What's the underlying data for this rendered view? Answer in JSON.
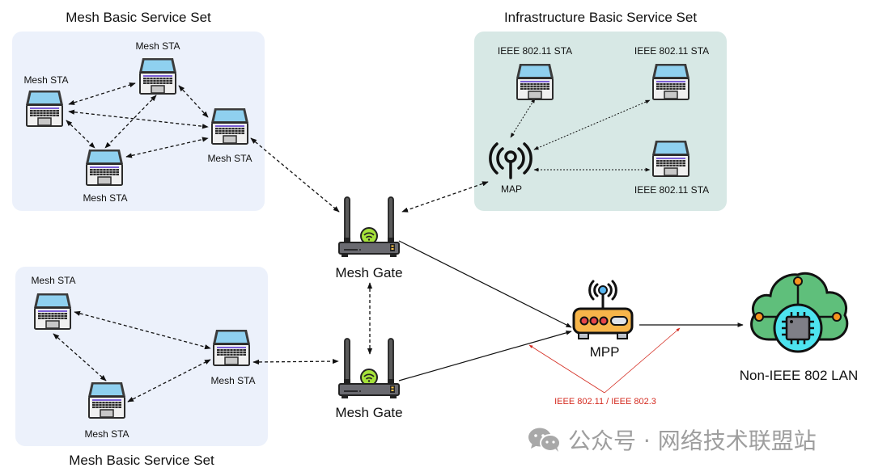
{
  "groups": {
    "mesh_bss_top": {
      "title": "Mesh Basic Service Set"
    },
    "infra_bss": {
      "title": "Infrastructure Basic Service Set"
    },
    "mesh_bss_bottom": {
      "title": "Mesh Basic Service Set"
    }
  },
  "nodes": {
    "mesh_top_1": {
      "label": "Mesh STA",
      "icon": "laptop-icon"
    },
    "mesh_top_2": {
      "label": "Mesh STA",
      "icon": "laptop-icon"
    },
    "mesh_top_3": {
      "label": "Mesh STA",
      "icon": "laptop-icon"
    },
    "mesh_top_4": {
      "label": "Mesh STA",
      "icon": "laptop-icon"
    },
    "infra_sta_1": {
      "label": "IEEE 802.11 STA",
      "icon": "laptop-icon"
    },
    "infra_sta_2": {
      "label": "IEEE 802.11 STA",
      "icon": "laptop-icon"
    },
    "infra_sta_3": {
      "label": "IEEE 802.11 STA",
      "icon": "laptop-icon"
    },
    "map": {
      "label": "MAP",
      "icon": "antenna-icon"
    },
    "mesh_bot_1": {
      "label": "Mesh STA",
      "icon": "laptop-icon"
    },
    "mesh_bot_2": {
      "label": "Mesh STA",
      "icon": "laptop-icon"
    },
    "mesh_bot_3": {
      "label": "Mesh STA",
      "icon": "laptop-icon"
    },
    "gate_top": {
      "label": "Mesh Gate",
      "icon": "router-icon"
    },
    "gate_bottom": {
      "label": "Mesh Gate",
      "icon": "router-icon"
    },
    "mpp": {
      "label": "MPP",
      "icon": "wireless-router-icon"
    },
    "lan": {
      "label": "Non-IEEE 802 LAN",
      "icon": "cloud-network-icon"
    }
  },
  "links": [
    {
      "from": "mesh_top_1",
      "to": "mesh_top_2",
      "style": "dashed"
    },
    {
      "from": "mesh_top_1",
      "to": "mesh_top_4",
      "style": "dashed"
    },
    {
      "from": "mesh_top_1",
      "to": "mesh_top_3",
      "style": "dashed"
    },
    {
      "from": "mesh_top_2",
      "to": "mesh_top_3",
      "style": "dashed"
    },
    {
      "from": "mesh_top_2",
      "to": "mesh_top_4",
      "style": "dashed"
    },
    {
      "from": "mesh_top_3",
      "to": "mesh_top_4",
      "style": "dashed"
    },
    {
      "from": "mesh_top_4",
      "to": "gate_top",
      "style": "dashed"
    },
    {
      "from": "map",
      "to": "gate_top",
      "style": "dashed"
    },
    {
      "from": "map",
      "to": "infra_sta_1",
      "style": "dotted"
    },
    {
      "from": "map",
      "to": "infra_sta_2",
      "style": "dotted"
    },
    {
      "from": "map",
      "to": "infra_sta_3",
      "style": "dotted"
    },
    {
      "from": "gate_top",
      "to": "gate_bottom",
      "style": "dashed"
    },
    {
      "from": "mesh_bot_1",
      "to": "mesh_bot_2",
      "style": "dashed"
    },
    {
      "from": "mesh_bot_1",
      "to": "mesh_bot_3",
      "style": "dashed"
    },
    {
      "from": "mesh_bot_3",
      "to": "mesh_bot_2",
      "style": "dashed"
    },
    {
      "from": "mesh_bot_2",
      "to": "gate_bottom",
      "style": "dashed"
    },
    {
      "from": "gate_top",
      "to": "mpp",
      "style": "solid"
    },
    {
      "from": "gate_bottom",
      "to": "mpp",
      "style": "solid"
    },
    {
      "from": "mpp",
      "to": "lan",
      "style": "solid"
    }
  ],
  "annotation": {
    "text": "IEEE 802.11 / IEEE 802.3",
    "color": "#d42a1f"
  },
  "watermark": {
    "icon": "wechat-icon",
    "text": "公众号 · 网络技术联盟站"
  },
  "colors": {
    "mesh_panel": "#ecf1fb",
    "infra_panel": "#d7e8e5",
    "router_badge": "#a6e23a",
    "mpp_body": "#f7b54a",
    "cloud": "#5fbf7b",
    "chip_ring": "#4de3ef"
  }
}
